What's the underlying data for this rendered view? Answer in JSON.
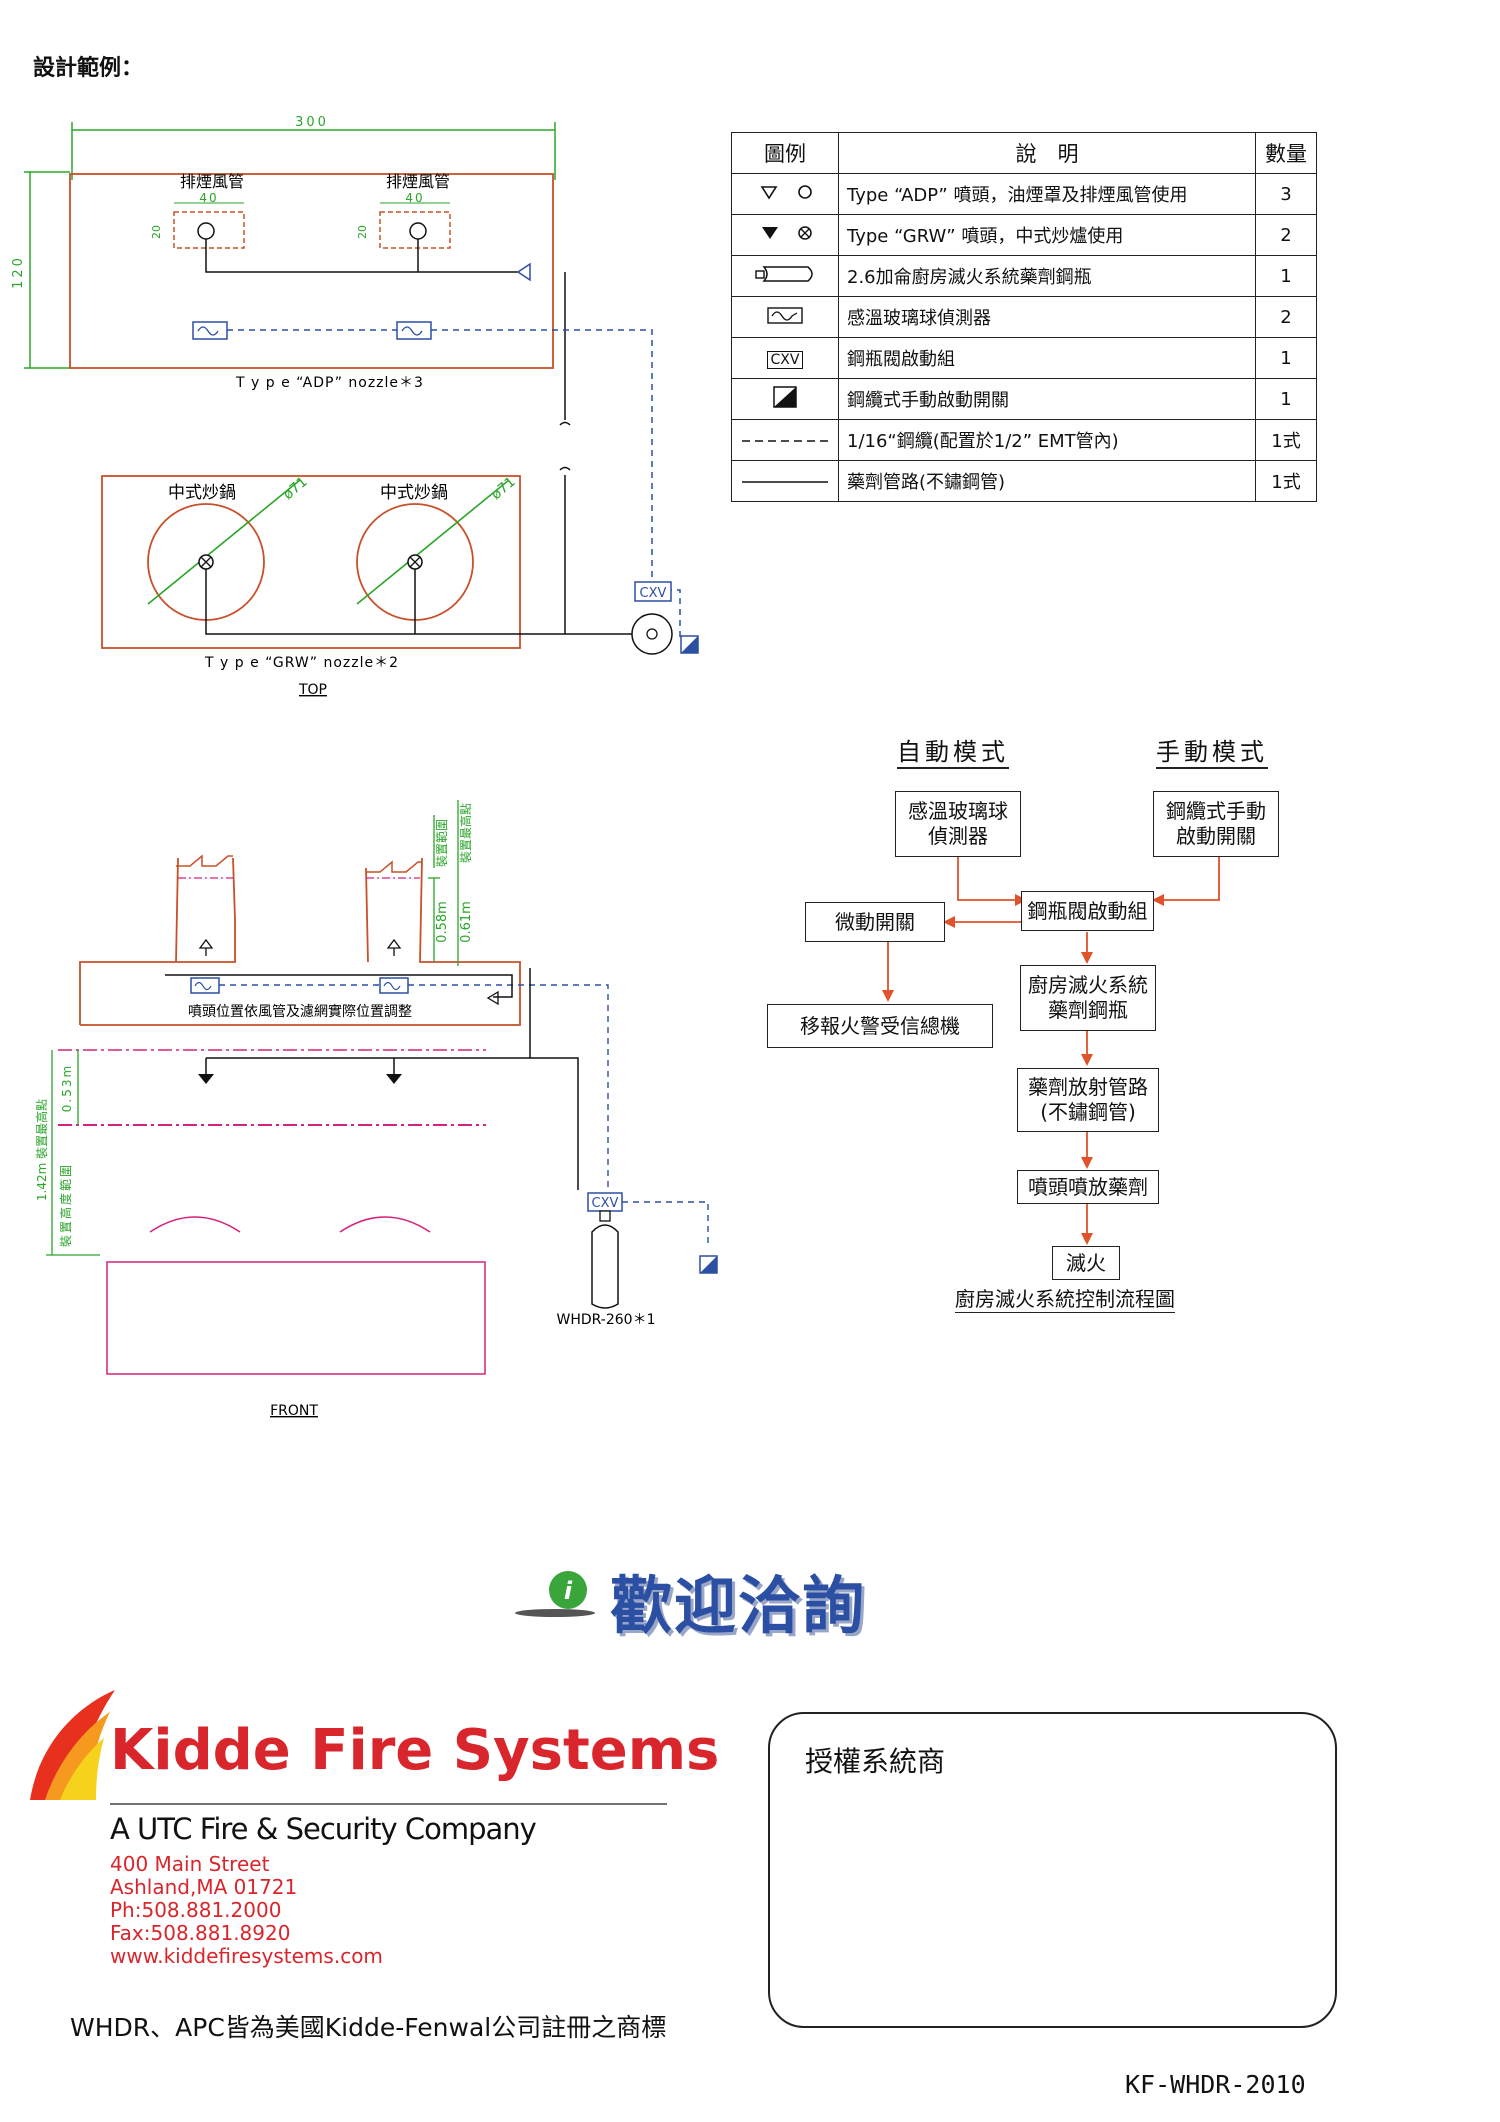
{
  "page_title": "設計範例：",
  "top_view": {
    "dim_width": "300",
    "dim_height": "120",
    "hood_label_1": "排煙風管",
    "hood_label_2": "排煙風管",
    "duct_dim_1": "40",
    "duct_dim_2": "40",
    "duct_side_1": "20",
    "duct_side_2": "20",
    "adp_caption": "T y p e “ADP” nozzle＊3",
    "wok_label_1": "中式炒鍋",
    "wok_label_2": "中式炒鍋",
    "wok_dim_1": "ø71",
    "wok_dim_2": "ø71",
    "grw_caption": "T y p e “GRW” nozzle＊2",
    "cxv": "CXV",
    "view_label": "TOP"
  },
  "legend": {
    "headers": [
      "圖例",
      "說　明",
      "數量"
    ],
    "rows": [
      {
        "symbol": "adp-nozzle-icon",
        "desc": "Type “ADP” 噴頭，油煙罩及排煙風管使用",
        "qty": "3"
      },
      {
        "symbol": "grw-nozzle-icon",
        "desc": "Type “GRW” 噴頭，中式炒爐使用",
        "qty": "2"
      },
      {
        "symbol": "cylinder-icon",
        "desc": "2.6加侖廚房滅火系統藥劑鋼瓶",
        "qty": "1"
      },
      {
        "symbol": "detector-icon",
        "desc": "感溫玻璃球偵測器",
        "qty": "2"
      },
      {
        "symbol": "cxv-icon",
        "symbol_text": "CXV",
        "desc": "鋼瓶閥啟動組",
        "qty": "1"
      },
      {
        "symbol": "manual-switch-icon",
        "desc": "鋼纜式手動啟動開關",
        "qty": "1"
      },
      {
        "symbol": "dashed-line-icon",
        "desc": "1/16“鋼纜(配置於1/2” EMT管內)",
        "qty": "1式"
      },
      {
        "symbol": "solid-line-icon",
        "desc": "藥劑管路(不鏽鋼管)",
        "qty": "1式"
      }
    ]
  },
  "front_view": {
    "dim_058": "0.58m",
    "dim_061": "0.61m",
    "label_install_range": "裝置範圍",
    "label_install_height": "裝置最高點",
    "note": "噴頭位置依風管及濾網實際位置調整",
    "dim_053": "0.53m",
    "dim_142": "1.42m 裝置最高點",
    "label_height_range": "裝置高度範圍",
    "cxv": "CXV",
    "cylinder_caption": "WHDR-260＊1",
    "view_label": "FRONT"
  },
  "flowchart": {
    "auto_mode": "自動模式",
    "manual_mode": "手動模式",
    "detector": "感溫玻璃球\n偵測器",
    "manual_switch": "鋼纜式手動\n啟動開關",
    "valve": "鋼瓶閥啟動組",
    "micro_switch": "微動開關",
    "alarm": "移報火警受信總機",
    "cylinder": "廚房滅火系統\n藥劑鋼瓶",
    "pipe": "藥劑放射管路\n(不鏽鋼管)",
    "discharge": "噴頭噴放藥劑",
    "extinguish": "滅火",
    "title": "廚房滅火系統控制流程圖"
  },
  "footer": {
    "welcome": "歡迎洽詢",
    "brand": "Kidde Fire  Systems",
    "company": "A UTC Fire & Security Company",
    "address": [
      "400 Main Street",
      "Ashland,MA 01721",
      "Ph:508.881.2000",
      "Fax:508.881.8920",
      "www.kiddefiresystems.com"
    ],
    "trademark": "WHDR、APC皆為美國Kidde-Fenwal公司註冊之商標",
    "dealer_label": "授權系統商",
    "doc_id": "KF-WHDR-2010"
  },
  "colors": {
    "drawing_red": "#c8502a",
    "dimension_green": "#2aa52a",
    "cable_blue": "#2b4fa3",
    "front_magenta": "#d4237a",
    "brand_red": "#d8262c"
  }
}
